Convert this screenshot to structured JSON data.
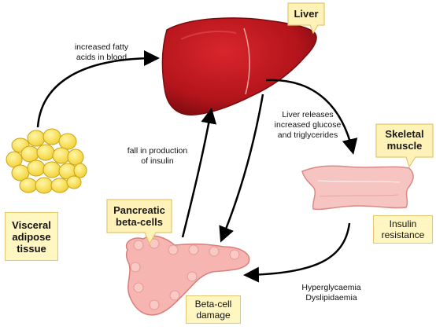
{
  "labels": {
    "liver": "Liver",
    "skeletal_muscle": "Skeletal\nmuscle",
    "pancreatic": "Pancreatic\nbeta-cells",
    "visceral": "Visceral\nadipose\ntissue",
    "insulin_resistance": "Insulin\nresistance",
    "beta_cell_damage": "Beta-cell\ndamage"
  },
  "annotations": {
    "fatty_acids": "increased fatty\nacids in blood",
    "liver_releases": "Liver releases\nincreased glucose\nand triglycerides",
    "fall_insulin": "fall in production\nof insulin",
    "hyperglycaemia": "Hyperglycaemia\nDyslipidaemia"
  },
  "colors": {
    "liver": "#b3141b",
    "callout_fill": "#fff2b8",
    "box_fill": "#fff6c2",
    "adipose": "#f2d43c",
    "muscle": "#f4b9b6",
    "pancreas": "#f4a9a6"
  }
}
